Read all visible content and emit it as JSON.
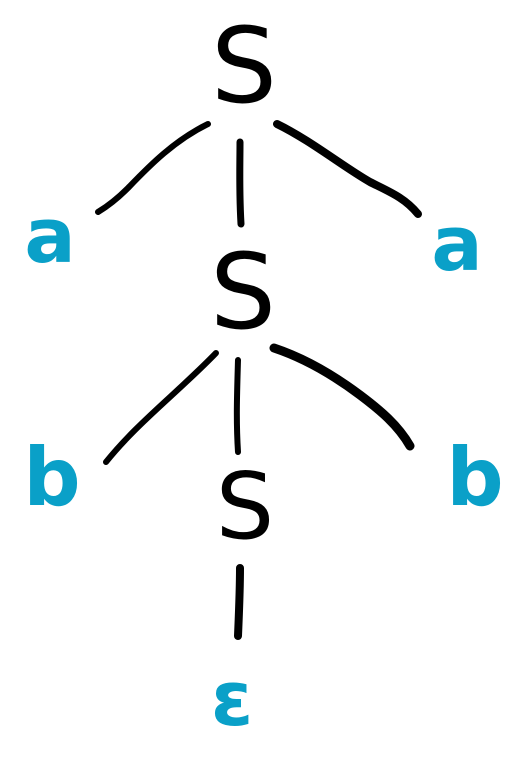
{
  "diagram": {
    "type": "parse-tree",
    "colors": {
      "nonterminal": "#000000",
      "terminal": "#0aa0c8",
      "edge": "#000000"
    },
    "nodes": {
      "root": "S",
      "left_a": "a",
      "right_a": "a",
      "mid_s": "S",
      "left_b": "b",
      "right_b": "b",
      "low_s": "S",
      "epsilon": "ε"
    },
    "edges": [
      [
        "root",
        "left_a"
      ],
      [
        "root",
        "mid_s"
      ],
      [
        "root",
        "right_a"
      ],
      [
        "mid_s",
        "left_b"
      ],
      [
        "mid_s",
        "low_s"
      ],
      [
        "mid_s",
        "right_b"
      ],
      [
        "low_s",
        "epsilon"
      ]
    ]
  }
}
